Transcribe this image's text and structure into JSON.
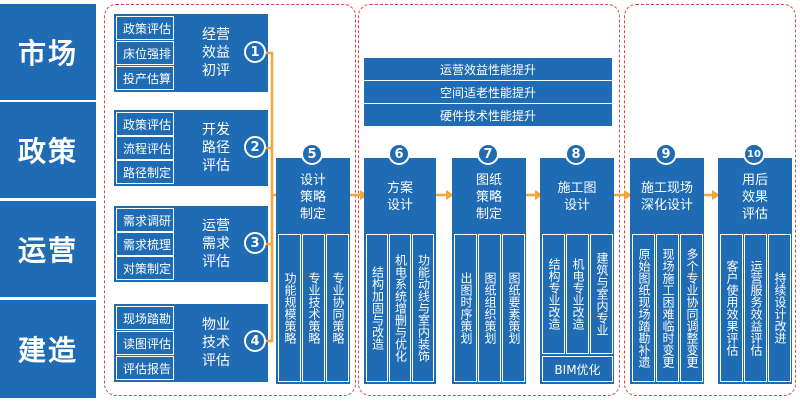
{
  "categories": [
    "市场",
    "政策",
    "运营",
    "建造"
  ],
  "groups": [
    {
      "num": "1",
      "items": [
        "政策评估",
        "床位强排",
        "投产估算"
      ],
      "label": "经营\n效益\n初评"
    },
    {
      "num": "2",
      "items": [
        "政策评估",
        "流程评估",
        "路径制定"
      ],
      "label": "开发\n路径\n评估"
    },
    {
      "num": "3",
      "items": [
        "需求调研",
        "需求梳理",
        "对策制定"
      ],
      "label": "运营\n需求\n评估"
    },
    {
      "num": "4",
      "items": [
        "现场踏勘",
        "读图评估",
        "评估报告"
      ],
      "label": "物业\n技术\n评估"
    }
  ],
  "bars": [
    "运营效益性能提升",
    "空间适老性能提升",
    "硬件技术性能提升"
  ],
  "stages": [
    {
      "num": "5",
      "title": "设计\n策略\n制定",
      "cols": [
        "功能规模策略",
        "专业技术策略",
        "专业协同策略"
      ]
    },
    {
      "num": "6",
      "title": "方案\n设计",
      "cols": [
        "结构加固与改造",
        "机电系统增删与优化",
        "功能动线与室内装饰"
      ]
    },
    {
      "num": "7",
      "title": "图纸\n策略\n制定",
      "cols": [
        "出图时序策划",
        "图纸组织策划",
        "图纸要素策划"
      ]
    },
    {
      "num": "8",
      "title": "施工图\n设计",
      "cols": [
        "结构专业改造",
        "机电专业改造",
        "建筑与室内专业"
      ],
      "extra": "BIM优化"
    },
    {
      "num": "9",
      "title": "施工现场\n深化设计",
      "cols": [
        "原始图纸现场踏勘补遗",
        "现场施工困难临时变更",
        "多个专业协同调整变更"
      ]
    },
    {
      "num": "10",
      "title": "用后\n效果\n评估",
      "cols": [
        "客户使用效果评估",
        "运营服务效益评估",
        "持续设计改进"
      ]
    }
  ],
  "colors": {
    "primary": "#1f6bb4",
    "arrow": "#f7a43b",
    "dash": "#e0454a"
  }
}
